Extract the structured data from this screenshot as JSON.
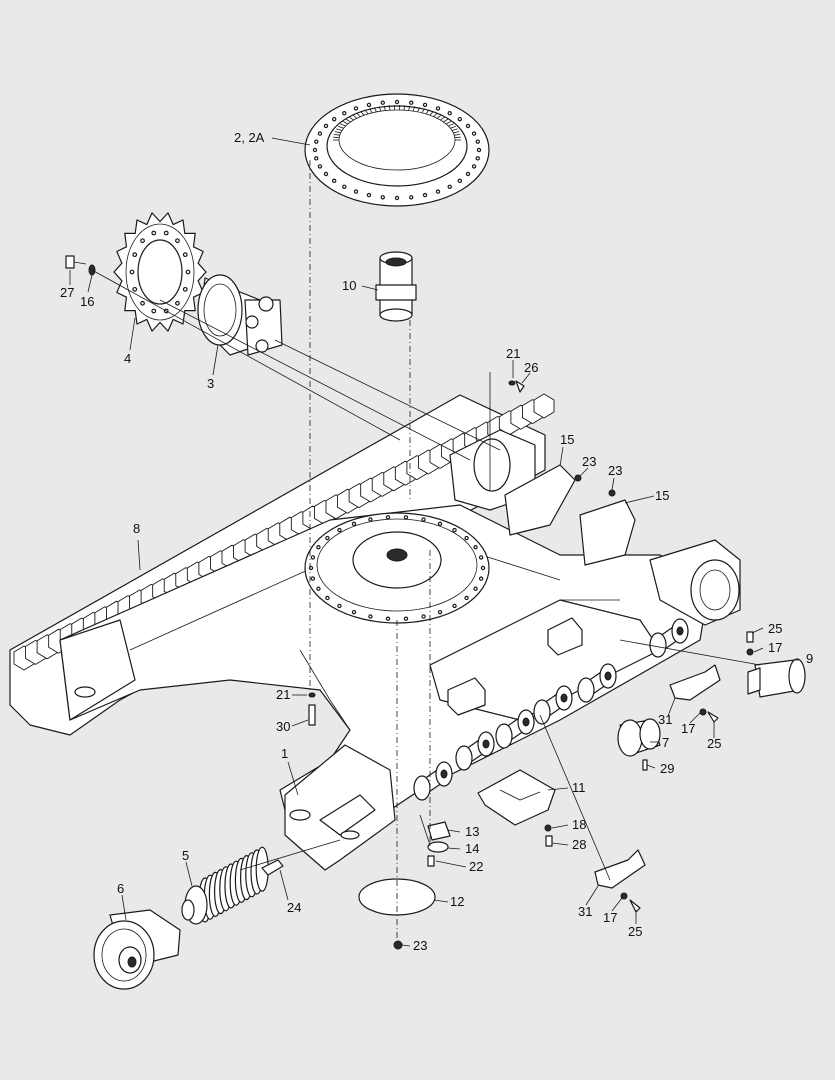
{
  "callouts": [
    {
      "id": "c1",
      "text": "1"
    },
    {
      "id": "c2",
      "text": "2, 2A"
    },
    {
      "id": "c3",
      "text": "3"
    },
    {
      "id": "c4",
      "text": "4"
    },
    {
      "id": "c5",
      "text": "5"
    },
    {
      "id": "c6",
      "text": "6"
    },
    {
      "id": "c7",
      "text": "7"
    },
    {
      "id": "c8",
      "text": "8"
    },
    {
      "id": "c9",
      "text": "9"
    },
    {
      "id": "c10",
      "text": "10"
    },
    {
      "id": "c11",
      "text": "11"
    },
    {
      "id": "c12",
      "text": "12"
    },
    {
      "id": "c13",
      "text": "13"
    },
    {
      "id": "c14",
      "text": "14"
    },
    {
      "id": "c15a",
      "text": "15"
    },
    {
      "id": "c15b",
      "text": "15"
    },
    {
      "id": "c16",
      "text": "16"
    },
    {
      "id": "c17a",
      "text": "17"
    },
    {
      "id": "c17b",
      "text": "17"
    },
    {
      "id": "c17c",
      "text": "17"
    },
    {
      "id": "c18",
      "text": "18"
    },
    {
      "id": "c21a",
      "text": "21"
    },
    {
      "id": "c21b",
      "text": "21"
    },
    {
      "id": "c22",
      "text": "22"
    },
    {
      "id": "c23a",
      "text": "23"
    },
    {
      "id": "c23b",
      "text": "23"
    },
    {
      "id": "c23c",
      "text": "23"
    },
    {
      "id": "c24",
      "text": "24"
    },
    {
      "id": "c25a",
      "text": "25"
    },
    {
      "id": "c25b",
      "text": "25"
    },
    {
      "id": "c25c",
      "text": "25"
    },
    {
      "id": "c26",
      "text": "26"
    },
    {
      "id": "c27",
      "text": "27"
    },
    {
      "id": "c28",
      "text": "28"
    },
    {
      "id": "c29",
      "text": "29"
    },
    {
      "id": "c30",
      "text": "30"
    },
    {
      "id": "c31a",
      "text": "31"
    },
    {
      "id": "c31b",
      "text": "31"
    }
  ],
  "colors": {
    "background": "#e9e9e9",
    "line": "#1a1a1a",
    "fill": "#ffffff"
  }
}
